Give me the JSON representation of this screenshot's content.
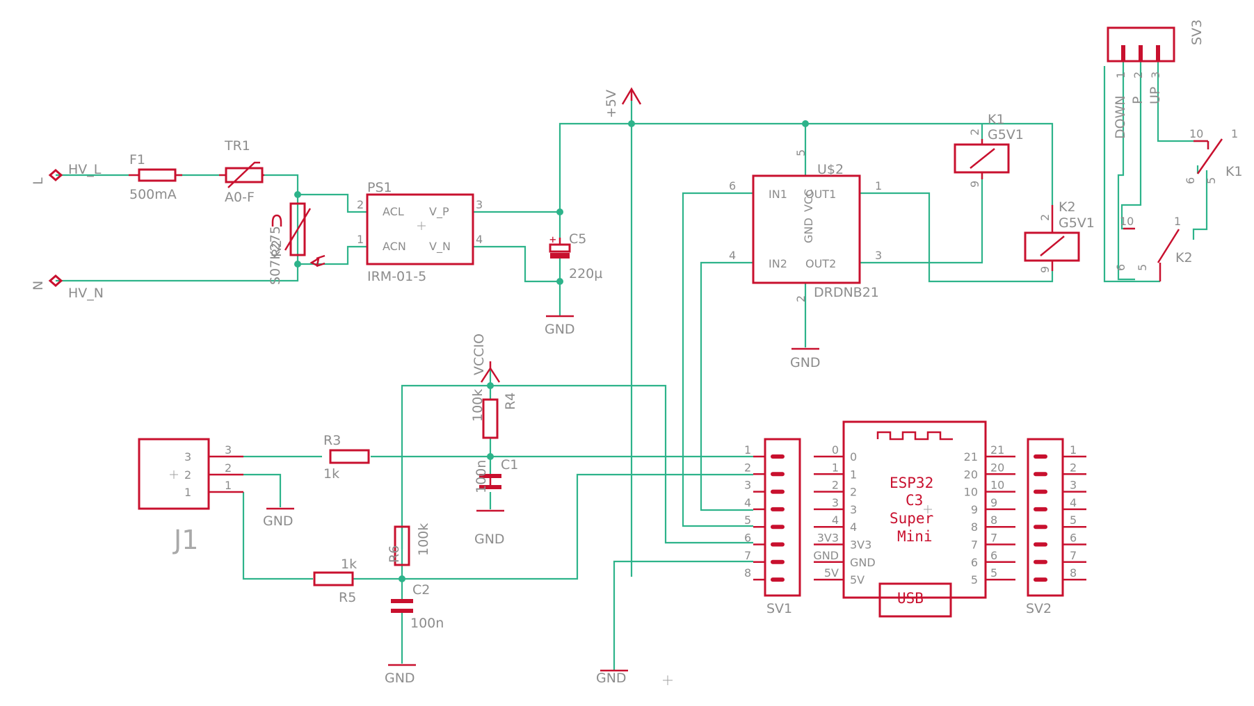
{
  "nets": {
    "hv_l": "HV_L",
    "hv_n": "HV_N",
    "p5v": "+5V",
    "vccio": "VCCIO",
    "gnd": "GND",
    "term_l": "L",
    "term_n": "N"
  },
  "f1": {
    "name": "F1",
    "value": "500mA"
  },
  "tr1": {
    "name": "TR1",
    "value": "A0-F"
  },
  "r2": {
    "name": "R2",
    "value": "S07K275"
  },
  "ps1": {
    "name": "PS1",
    "value": "IRM-01-5",
    "acl": "ACL",
    "acn": "ACN",
    "vp": "V_P",
    "vn": "V_N",
    "p2": "2",
    "p1": "1",
    "p3": "3",
    "p4": "4"
  },
  "c5": {
    "name": "C5",
    "value": "220µ"
  },
  "u2": {
    "name": "U$2",
    "value": "DRDNB21",
    "in1": "IN1",
    "in2": "IN2",
    "out1": "OUT1",
    "out2": "OUT2",
    "gnd": "GND",
    "vcc": "VCC",
    "p6": "6",
    "p4": "4",
    "p1": "1",
    "p3": "3",
    "p5": "5",
    "p2": "2"
  },
  "k1": {
    "name": "K1",
    "value": "G5V1",
    "p2": "2",
    "p9": "9",
    "sw": {
      "p10": "10",
      "p1": "1",
      "p6": "6",
      "p5": "5"
    }
  },
  "k2": {
    "name": "K2",
    "value": "G5V1",
    "p2": "2",
    "p9": "9",
    "sw": {
      "p10": "10",
      "p1": "1",
      "p6": "6",
      "p5": "5"
    }
  },
  "sv3": {
    "name": "SV3",
    "pins": [
      "1",
      "2",
      "3"
    ],
    "signals": [
      "DOWN",
      "P",
      "UP"
    ]
  },
  "r4": {
    "name": "R4",
    "value": "100k"
  },
  "c1": {
    "name": "C1",
    "value": "100n"
  },
  "r3": {
    "name": "R3",
    "value": "1k"
  },
  "r5": {
    "name": "R5",
    "value": "1k"
  },
  "r6": {
    "name": "R6",
    "value": "100k"
  },
  "c2": {
    "name": "C2",
    "value": "100n"
  },
  "j1": {
    "name": "J1",
    "pins": [
      "3",
      "2",
      "1"
    ]
  },
  "sv1": {
    "name": "SV1",
    "pins": [
      "1",
      "2",
      "3",
      "4",
      "5",
      "6",
      "7",
      "8"
    ]
  },
  "sv2": {
    "name": "SV2",
    "pins": [
      "1",
      "2",
      "3",
      "4",
      "5",
      "6",
      "7",
      "8"
    ]
  },
  "esp": {
    "line1": "ESP32",
    "line2": "C3",
    "line3": "Super",
    "line4": "Mini",
    "usb": "USB",
    "outer_left": [
      "0",
      "1",
      "2",
      "3",
      "4",
      "3V3",
      "GND",
      "5V"
    ],
    "inner_left": [
      "0",
      "1",
      "2",
      "3",
      "4",
      "3V3",
      "GND",
      "5V"
    ],
    "inner_right": [
      "21",
      "20",
      "10",
      "9",
      "8",
      "7",
      "6",
      "5"
    ],
    "outer_right": [
      "21",
      "20",
      "10",
      "9",
      "8",
      "7",
      "6",
      "5"
    ]
  }
}
